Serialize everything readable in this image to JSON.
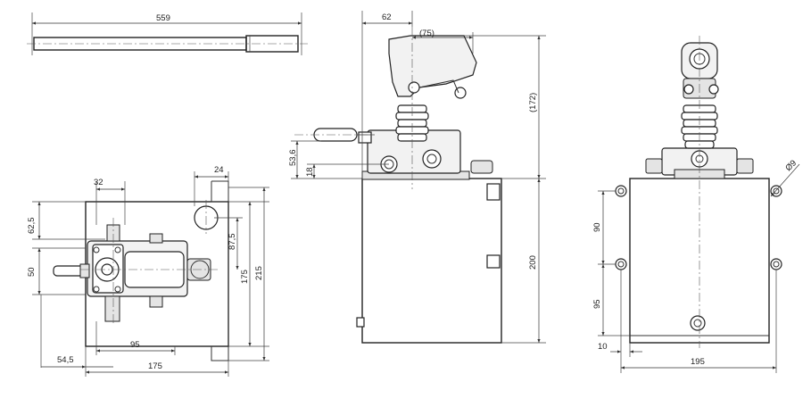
{
  "dimensions": {
    "handle_length": "559",
    "top_32": "32",
    "top_24": "24",
    "left_62_5": "62,5",
    "left_50": "50",
    "right_87_5": "87,5",
    "right_175": "175",
    "right_215": "215",
    "bottom_95": "95",
    "bottom_54_5": "54,5",
    "bottom_175": "175",
    "side_62": "62",
    "side_75": "(75)",
    "side_172": "(172)",
    "side_53_6": "53,6",
    "side_18": "18",
    "side_200": "200",
    "front_phi9": "Ø9",
    "front_90": "90",
    "front_95": "95",
    "front_10": "10",
    "front_195": "195"
  }
}
